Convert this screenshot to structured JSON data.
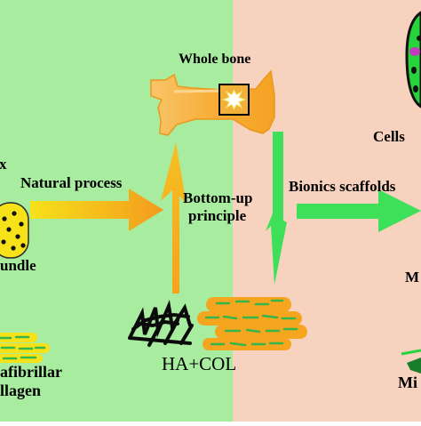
{
  "colors": {
    "left_panel": "#a8ec9f",
    "right_panel": "#f6d2bf",
    "orange": "#f5a51e",
    "yellow": "#f7e11a",
    "green_arrow": "#3ee05a",
    "cell_green": "#27d33a",
    "collagen_green": "#36b54a"
  },
  "labels": {
    "whole_bone": "Whole bone",
    "cells": "Cells",
    "matrix_fragment": "x",
    "natural_process": "Natural process",
    "bottom_up_line1": "Bottom-up",
    "bottom_up_line2": "principle",
    "bionics_scaffolds": "Bionics scaffolds",
    "bundle": "undle",
    "right_mid_fragment": "M",
    "ha_col": "HA+COL",
    "fibrillar_line1": "afibrillar",
    "fibrillar_line2": "llagen",
    "bottom_right_fragment": "Mi"
  },
  "icons": {
    "fracture": "burst-star-icon",
    "minerals": "black-crystal-sketch-icon"
  }
}
